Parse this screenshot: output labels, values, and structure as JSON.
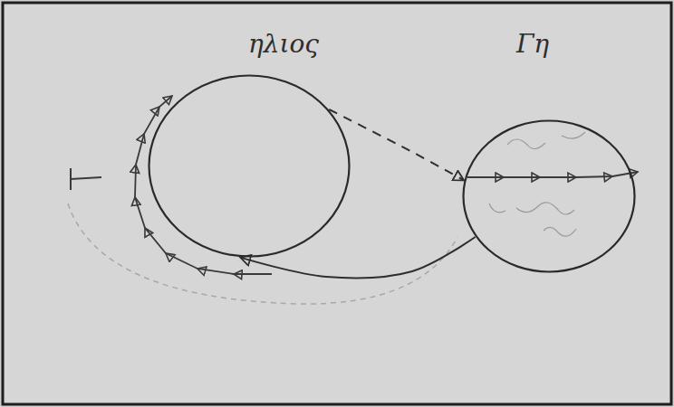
{
  "diagram": {
    "nodes": [
      {
        "text": [
          "ηλιος"
        ]
      },
      {
        "text": [
          "Γη"
        ]
      }
    ],
    "edges": [
      {
        "from": 0,
        "to": 1,
        "arrow": "to"
      },
      {
        "from": 1,
        "to": 0,
        "arrow": "to"
      }
    ]
  }
}
